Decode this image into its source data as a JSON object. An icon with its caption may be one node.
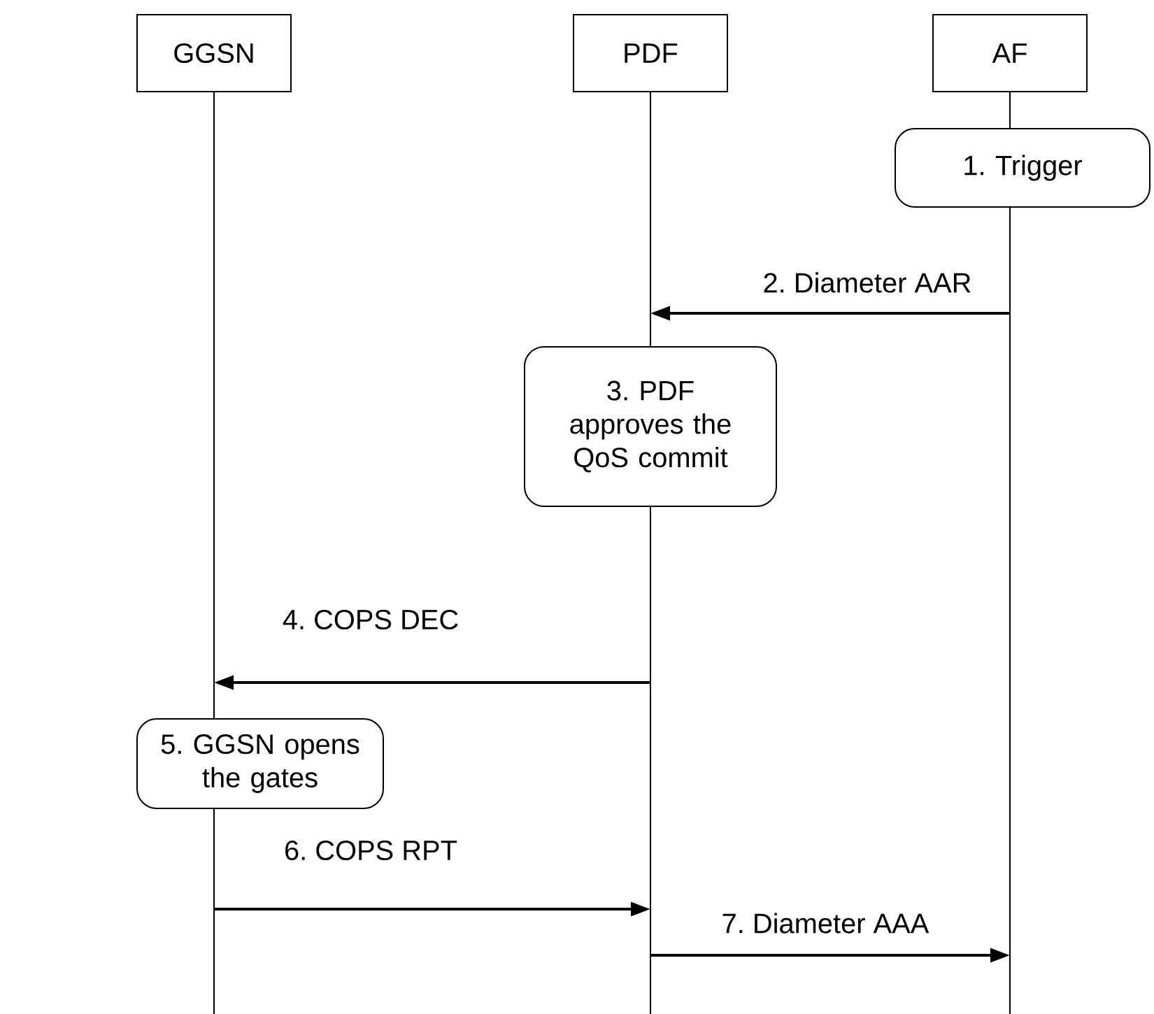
{
  "diagram": {
    "nodes": [
      {
        "text": [
          "GGSN"
        ]
      },
      {
        "text": [
          "PDF"
        ]
      },
      {
        "text": [
          "AF"
        ]
      },
      {
        "text": [
          "1. Trigger"
        ]
      },
      {
        "text": [
          "3. PDF approves the QoS commit"
        ]
      },
      {
        "text": [
          "5. GGSN opens the gates"
        ]
      }
    ],
    "edges": [
      {
        "from": 2,
        "to": 1,
        "arrow": "to",
        "label": "2. Diameter AAR"
      },
      {
        "from": 1,
        "to": 0,
        "arrow": "to",
        "label": "4. COPS DEC"
      },
      {
        "from": 0,
        "to": 1,
        "arrow": "to",
        "label": "6. COPS RPT"
      },
      {
        "from": 1,
        "to": 2,
        "arrow": "to",
        "label": "7. Diameter AAA"
      }
    ]
  }
}
